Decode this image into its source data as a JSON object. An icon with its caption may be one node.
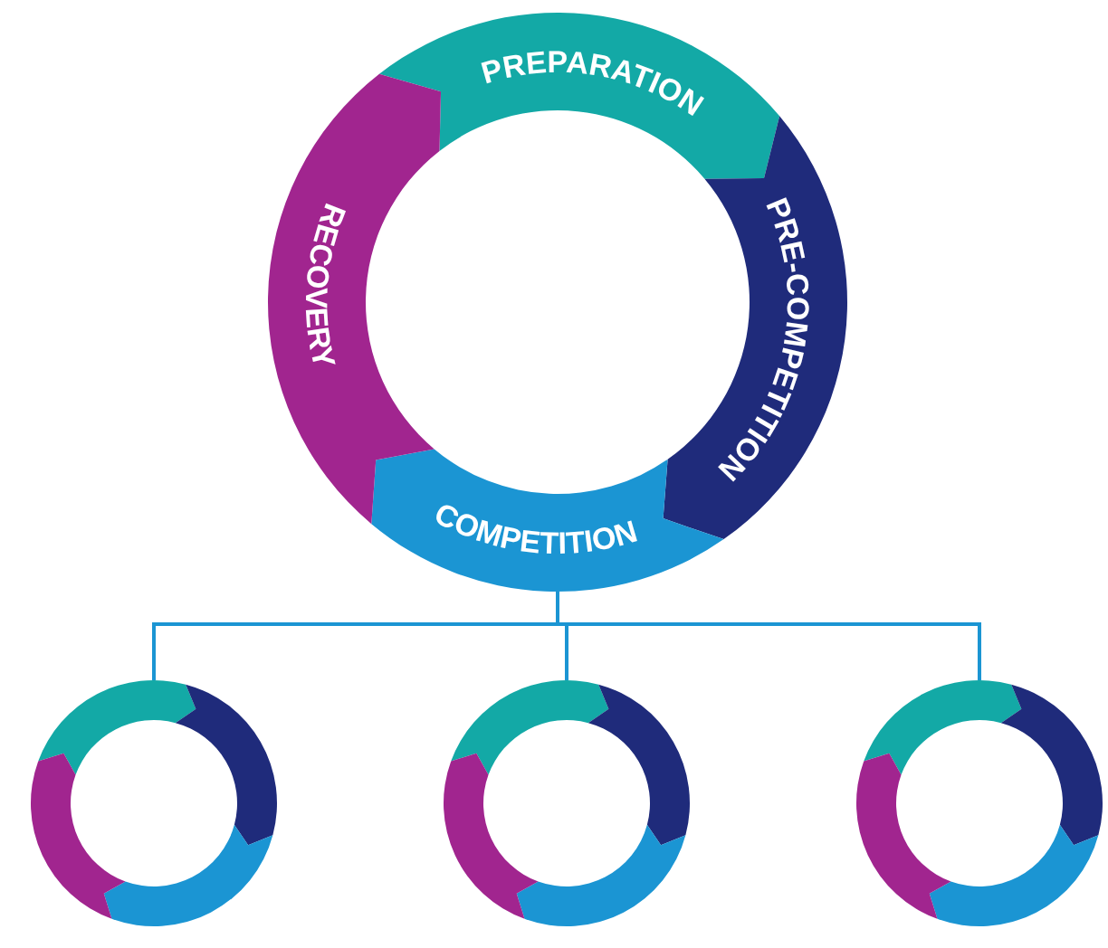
{
  "diagram": {
    "nodes": [
      {
        "text": [
          "PREPARATION"
        ]
      },
      {
        "text": [
          "PRE-COMPETITION"
        ]
      },
      {
        "text": [
          "COMPETITION"
        ]
      },
      {
        "text": [
          "RECOVERY"
        ]
      },
      {
        "text": [],
        "shape": "circle"
      },
      {
        "text": [],
        "shape": "circle"
      },
      {
        "text": [],
        "shape": "circle"
      }
    ],
    "edges": [
      {
        "from": 2,
        "to": 4,
        "arrow": "none"
      },
      {
        "from": 2,
        "to": 5,
        "arrow": "none"
      },
      {
        "from": 2,
        "to": 6,
        "arrow": "none"
      }
    ]
  }
}
